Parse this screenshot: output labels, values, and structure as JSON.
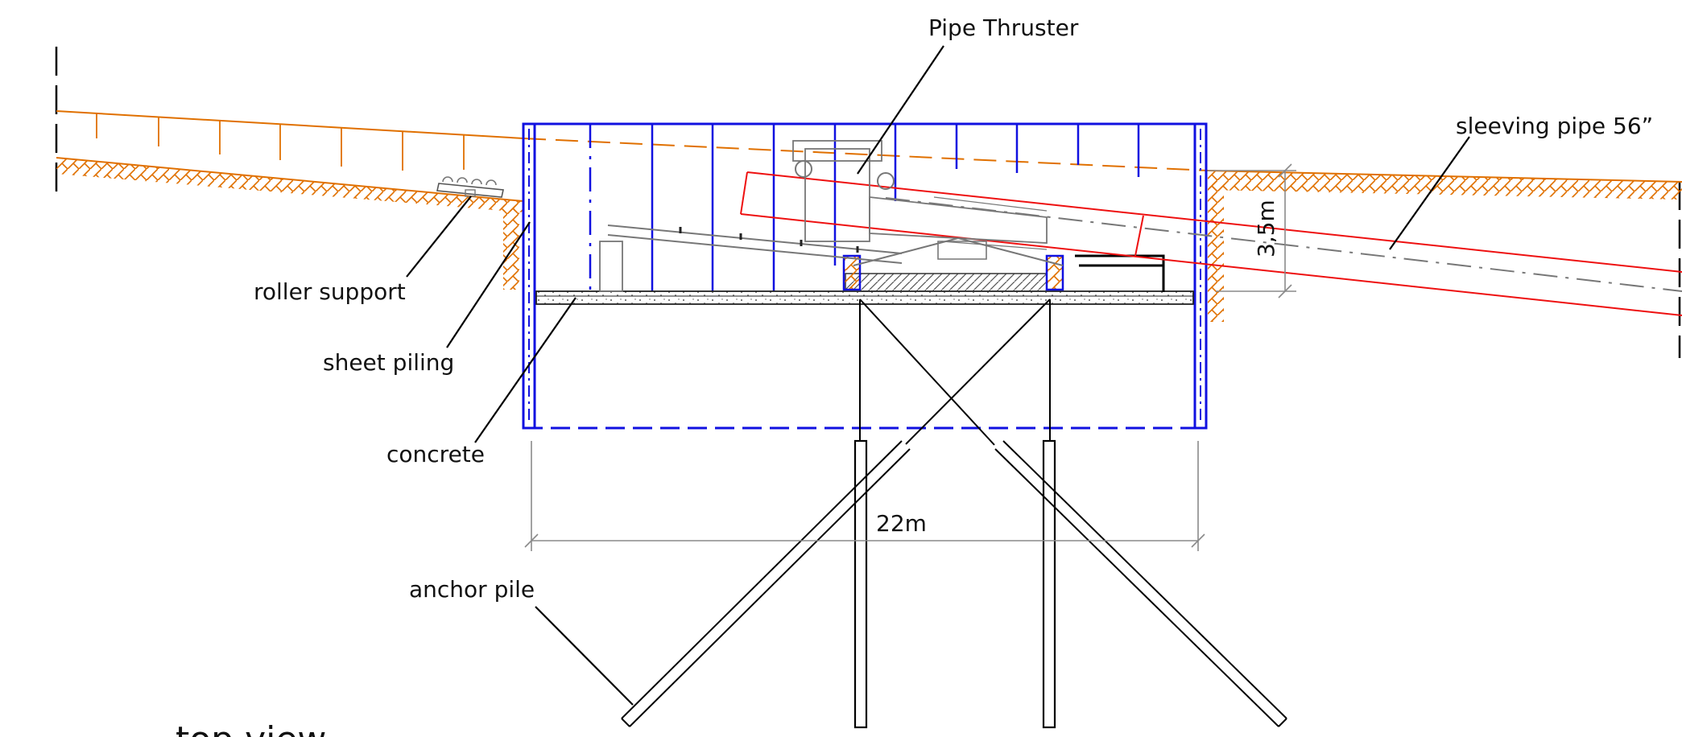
{
  "labels": {
    "pipe_thruster": "Pipe Thruster",
    "sleeving_pipe": "sleeving pipe 56”",
    "roller_support": "roller support",
    "sheet_piling": "sheet piling",
    "concrete": "concrete",
    "anchor_pile": "anchor pile",
    "top_view": "top view"
  },
  "dimensions": {
    "width": "22m",
    "height": "3,5m"
  },
  "colors": {
    "sheet_piling": "#1010e0",
    "ground": "#e07000",
    "sleeving_pipe": "#ee1010",
    "machinery": "#777777",
    "dimension": "#8a8a8a",
    "annotation": "#000000"
  }
}
